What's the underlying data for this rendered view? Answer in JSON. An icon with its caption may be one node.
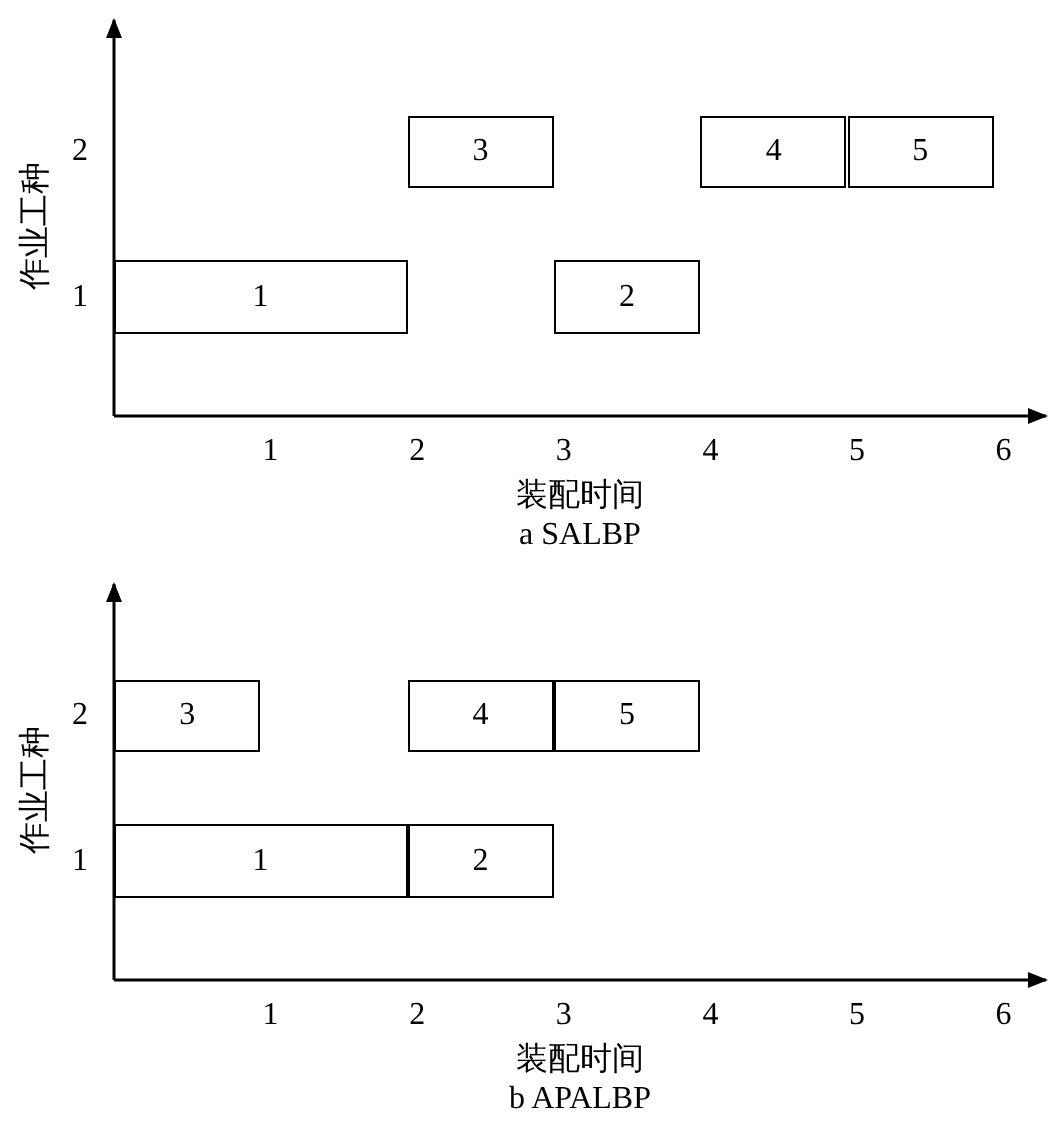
{
  "diagram": {
    "nodes": [
      {
        "text": [
          "3"
        ]
      },
      {
        "text": [
          "4"
        ]
      },
      {
        "text": [
          "5"
        ]
      },
      {
        "text": [
          "1"
        ]
      },
      {
        "text": [
          "2"
        ]
      },
      {
        "text": [
          "3"
        ]
      },
      {
        "text": [
          "4"
        ]
      },
      {
        "text": [
          "5"
        ]
      },
      {
        "text": [
          "1"
        ]
      },
      {
        "text": [
          "2"
        ]
      }
    ],
    "labels": [
      "作业工种",
      "2",
      "1",
      "1",
      "2",
      "3",
      "4",
      "5",
      "6",
      "装配时间",
      "a SALBP",
      "作业工种",
      "2",
      "1",
      "1",
      "2",
      "3",
      "4",
      "5",
      "6",
      "装配时间",
      "b APALBP"
    ]
  }
}
